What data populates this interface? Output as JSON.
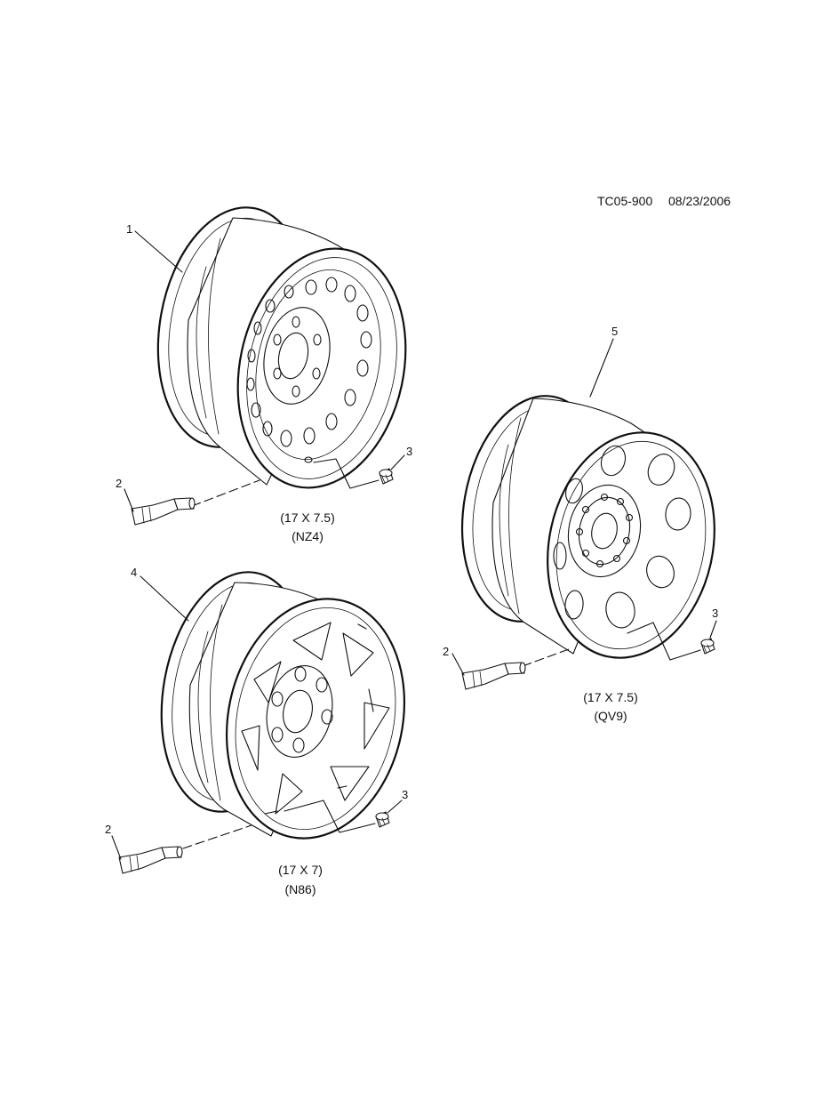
{
  "header": {
    "drawing_id": "TC05-900",
    "date": "08/23/2006"
  },
  "callouts": {
    "wheel_nz4": "1",
    "valve_stem": "2",
    "valve_cap": "3",
    "wheel_n86": "4",
    "wheel_qv9": "5"
  },
  "captions": {
    "nz4": {
      "size": "(17 X 7.5)",
      "code": "(NZ4)"
    },
    "qv9": {
      "size": "(17 X 7.5)",
      "code": "(QV9)"
    },
    "n86": {
      "size": "(17 X 7)",
      "code": "(N86)"
    }
  },
  "colors": {
    "line": "#111111",
    "background": "#ffffff"
  }
}
